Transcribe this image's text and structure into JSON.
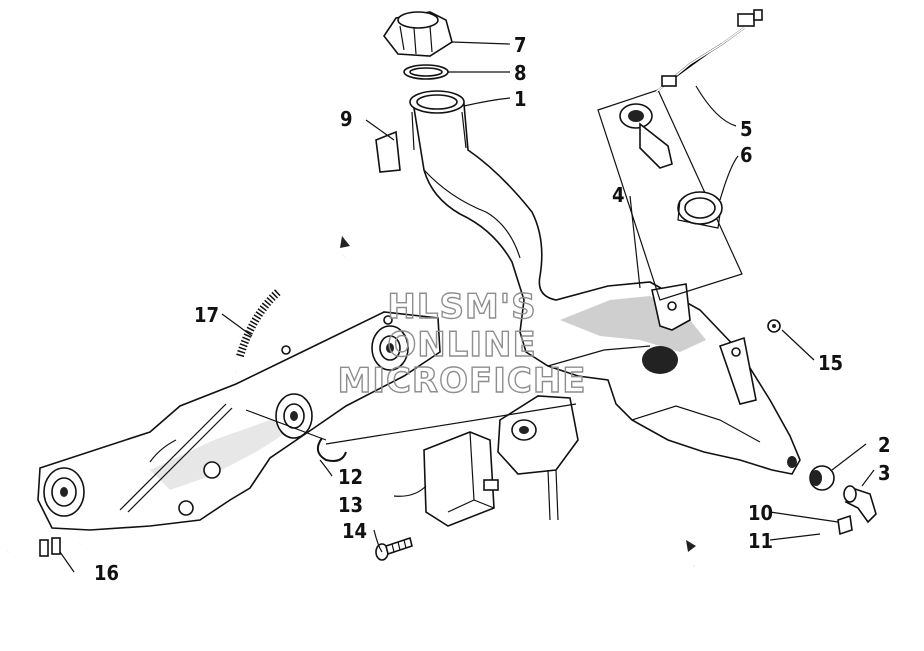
{
  "diagram": {
    "callouts": [
      "1",
      "2",
      "3",
      "4",
      "5",
      "6",
      "7",
      "8",
      "9",
      "10",
      "11",
      "12",
      "13",
      "14",
      "15",
      "16",
      "17"
    ],
    "watermark": {
      "line1": "HLSM'S",
      "line2": "ONLINE",
      "line3": "MICROFICHE"
    }
  }
}
